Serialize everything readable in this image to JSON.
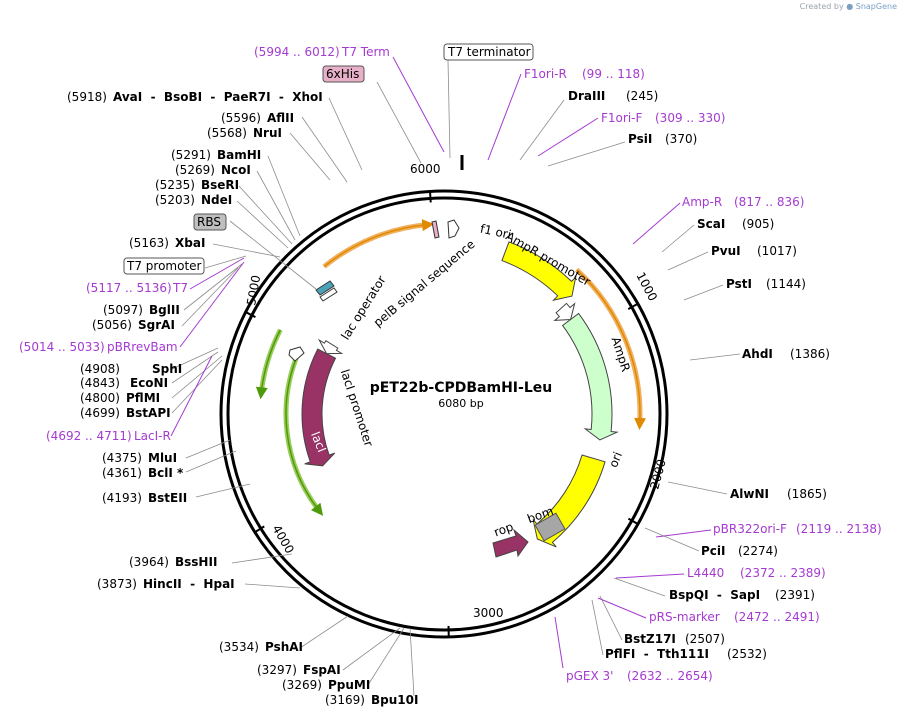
{
  "plasmid": {
    "name": "pET22b-CPDBamHI-Leu",
    "length_label": "6080 bp",
    "length": 6080,
    "credit_prefix": "Created by",
    "credit_brand": "SnapGene"
  },
  "colors": {
    "enzyme": "#000000",
    "primer": "#a53ad1",
    "ori": "#ffff00",
    "ampr": "#ccffcc",
    "laci": "#993366",
    "rbs": "#bfbfbf",
    "sixhis": "#e8b0c8",
    "backbone": "#000000"
  },
  "ticks": [
    {
      "label": "1000",
      "bp": 1000
    },
    {
      "label": "2000",
      "bp": 2000
    },
    {
      "label": "3000",
      "bp": 3000
    },
    {
      "label": "4000",
      "bp": 4000
    },
    {
      "label": "5000",
      "bp": 5000
    },
    {
      "label": "6000",
      "bp": 6000
    }
  ],
  "sites": [
    {
      "name": "DraIII",
      "pos": "(245)",
      "side": "right"
    },
    {
      "name": "PsiI",
      "pos": "(370)",
      "side": "right"
    },
    {
      "name": "ScaI",
      "pos": "(905)",
      "side": "right"
    },
    {
      "name": "PvuI",
      "pos": "(1017)",
      "side": "right"
    },
    {
      "name": "PstI",
      "pos": "(1144)",
      "side": "right"
    },
    {
      "name": "AhdI",
      "pos": "(1386)",
      "side": "right"
    },
    {
      "name": "AlwNI",
      "pos": "(1865)",
      "side": "right"
    },
    {
      "name": "PciI",
      "pos": "(2274)",
      "side": "right"
    },
    {
      "name": "BspQI  -  SapI",
      "pos": "(2391)",
      "side": "right"
    },
    {
      "name": "BstZ17I",
      "pos": "(2507)",
      "side": "right"
    },
    {
      "name": "PflFI  -  Tth111I",
      "pos": "(2532)",
      "side": "right"
    },
    {
      "name": "Bpu10I",
      "pos": "(3169)",
      "side": "left"
    },
    {
      "name": "PpuMI",
      "pos": "(3269)",
      "side": "left"
    },
    {
      "name": "FspAI",
      "pos": "(3297)",
      "side": "left"
    },
    {
      "name": "PshAI",
      "pos": "(3534)",
      "side": "left"
    },
    {
      "name": "HincII  -  HpaI",
      "pos": "(3873)",
      "side": "left"
    },
    {
      "name": "BssHII",
      "pos": "(3964)",
      "side": "left"
    },
    {
      "name": "BstEII",
      "pos": "(4193)",
      "side": "left"
    },
    {
      "name": "BclI *",
      "pos": "(4361)",
      "side": "left"
    },
    {
      "name": "MluI",
      "pos": "(4375)",
      "side": "left"
    },
    {
      "name": "BstAPI",
      "pos": "(4699)",
      "side": "left"
    },
    {
      "name": "PflMI",
      "pos": "(4800)",
      "side": "left"
    },
    {
      "name": "EcoNI",
      "pos": "(4843)",
      "side": "left"
    },
    {
      "name": "SphI",
      "pos": "(4908)",
      "side": "left"
    },
    {
      "name": "SgrAI",
      "pos": "(5056)",
      "side": "left"
    },
    {
      "name": "BglII",
      "pos": "(5097)",
      "side": "left"
    },
    {
      "name": "XbaI",
      "pos": "(5163)",
      "side": "left"
    },
    {
      "name": "NdeI",
      "pos": "(5203)",
      "side": "left"
    },
    {
      "name": "BseRI",
      "pos": "(5235)",
      "side": "left"
    },
    {
      "name": "NcoI",
      "pos": "(5269)",
      "side": "left"
    },
    {
      "name": "BamHI",
      "pos": "(5291)",
      "side": "left"
    },
    {
      "name": "NruI",
      "pos": "(5568)",
      "side": "left"
    },
    {
      "name": "AflII",
      "pos": "(5596)",
      "side": "left"
    },
    {
      "name": "AvaI  -  BsoBI  -  PaeR7I  -  XhoI",
      "pos": "(5918)",
      "side": "left"
    }
  ],
  "primers": [
    {
      "name": "F1ori-R",
      "range": "(99 .. 118)"
    },
    {
      "name": "F1ori-F",
      "range": "(309 .. 330)"
    },
    {
      "name": "Amp-R",
      "range": "(817 .. 836)"
    },
    {
      "name": "pBR322ori-F",
      "range": "(2119 .. 2138)"
    },
    {
      "name": "L4440",
      "range": "(2372 .. 2389)"
    },
    {
      "name": "pRS-marker",
      "range": "(2472 .. 2491)"
    },
    {
      "name": "pGEX 3'",
      "range": "(2632 .. 2654)"
    },
    {
      "name": "LacI-R",
      "range": "(4692 .. 4711)"
    },
    {
      "name": "pBRrevBam",
      "range": "(5014 .. 5033)"
    },
    {
      "name": "T7",
      "range": "(5117 .. 5136)"
    },
    {
      "name": "T7 Term",
      "range": "(5994 .. 6012)"
    }
  ],
  "boxed_features": [
    {
      "name": "T7 terminator",
      "style": "white"
    },
    {
      "name": "6xHis",
      "style": "pink"
    },
    {
      "name": "RBS",
      "style": "gray"
    },
    {
      "name": "T7 promoter",
      "style": "white"
    }
  ],
  "features": [
    {
      "name": "f1 ori",
      "color": "#ffff00"
    },
    {
      "name": "AmpR promoter",
      "color": "#ffffff"
    },
    {
      "name": "AmpR",
      "color": "#ccffcc"
    },
    {
      "name": "ori",
      "color": "#ffff00"
    },
    {
      "name": "bom",
      "color": "#a6a6a6"
    },
    {
      "name": "rop",
      "color": "#993366"
    },
    {
      "name": "lacI",
      "color": "#993366"
    },
    {
      "name": "lacI promoter",
      "color": "#ffffff"
    },
    {
      "name": "lac operator",
      "color": "#ffffff"
    },
    {
      "name": "pelB signal sequence",
      "color": "#ffffff"
    }
  ]
}
